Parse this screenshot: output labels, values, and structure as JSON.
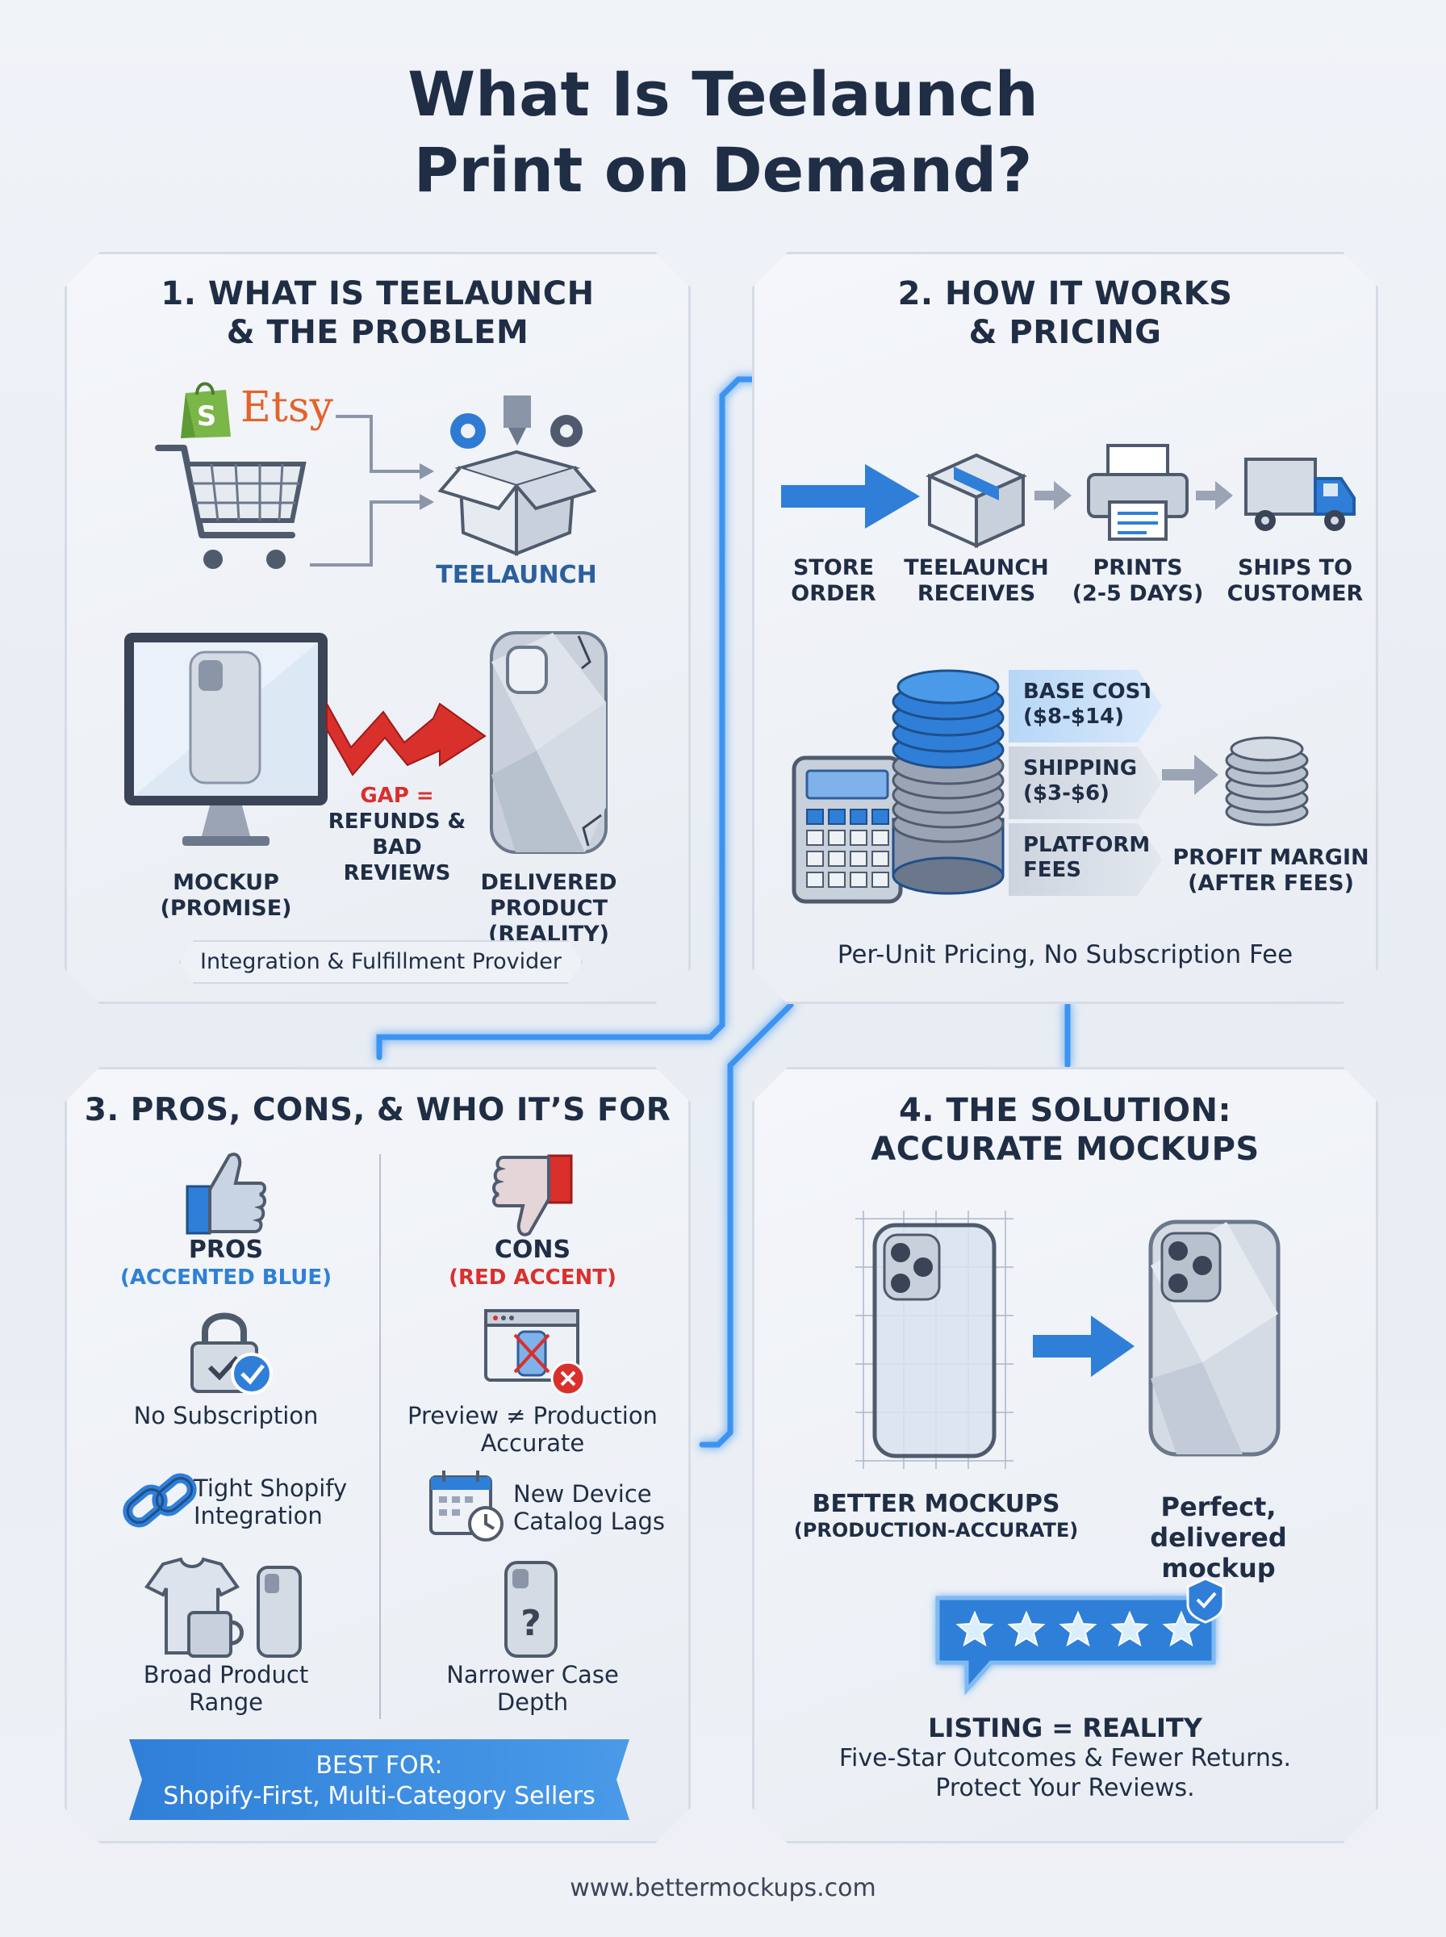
{
  "title": {
    "line1": "What Is Teelaunch",
    "line2": "Print on Demand?"
  },
  "panel1": {
    "title_line1": "1. WHAT IS TEELAUNCH",
    "title_line2": "& THE PROBLEM",
    "etsy_label": "Etsy",
    "teelaunch_label": "TEELAUNCH",
    "gap_line1": "GAP =",
    "gap_line2": "REFUNDS &",
    "gap_line3": "BAD REVIEWS",
    "mockup_line1": "MOCKUP",
    "mockup_line2": "(PROMISE)",
    "delivered_line1": "DELIVERED PRODUCT",
    "delivered_line2": "(REALITY)",
    "footer_pill": "Integration & Fulfillment Provider"
  },
  "panel2": {
    "title_line1": "2. HOW IT WORKS",
    "title_line2": "& PRICING",
    "steps": [
      {
        "line1": "STORE",
        "line2": "ORDER"
      },
      {
        "line1": "TEELAUNCH",
        "line2": "RECEIVES"
      },
      {
        "line1": "PRINTS",
        "line2": "(2-5 DAYS)"
      },
      {
        "line1": "SHIPS TO",
        "line2": "CUSTOMER"
      }
    ],
    "costs": [
      {
        "line1": "BASE COST",
        "line2": "($8-$14)"
      },
      {
        "line1": "SHIPPING",
        "line2": "($3-$6)"
      },
      {
        "line1": "PLATFORM",
        "line2": "FEES"
      }
    ],
    "profit_line1": "PROFIT MARGIN",
    "profit_line2": "(AFTER FEES)",
    "footer_text": "Per-Unit Pricing, No Subscription Fee"
  },
  "panel3": {
    "title": "3. PROS, CONS, & WHO IT’S FOR",
    "pros_title": "PROS",
    "pros_subtitle": "(ACCENTED BLUE)",
    "cons_title": "CONS",
    "cons_subtitle": "(RED ACCENT)",
    "pros": [
      {
        "line1": "No Subscription",
        "line2": ""
      },
      {
        "line1": "Tight Shopify",
        "line2": "Integration"
      },
      {
        "line1": "Broad Product",
        "line2": "Range"
      }
    ],
    "cons": [
      {
        "line1": "Preview ≠ Production",
        "line2": "Accurate"
      },
      {
        "line1": "New Device",
        "line2": "Catalog Lags"
      },
      {
        "line1": "Narrower Case",
        "line2": "Depth"
      }
    ],
    "best_for_line1": "BEST FOR:",
    "best_for_line2": "Shopify-First, Multi-Category Sellers"
  },
  "panel4": {
    "title_line1": "4. THE SOLUTION:",
    "title_line2": "ACCURATE MOCKUPS",
    "better_line1": "BETTER MOCKUPS",
    "better_line2": "(PRODUCTION-ACCURATE)",
    "perfect_line1": "Perfect, delivered",
    "perfect_line2": "mockup",
    "listing_title": "LISTING = REALITY",
    "listing_line1": "Five-Star Outcomes & Fewer Returns.",
    "listing_line2": "Protect Your Reviews."
  },
  "footer": "www.bettermockups.com",
  "colors": {
    "accent_blue": "#2f7fd8",
    "accent_red": "#d9302c",
    "text_dark": "#1f2d45"
  }
}
